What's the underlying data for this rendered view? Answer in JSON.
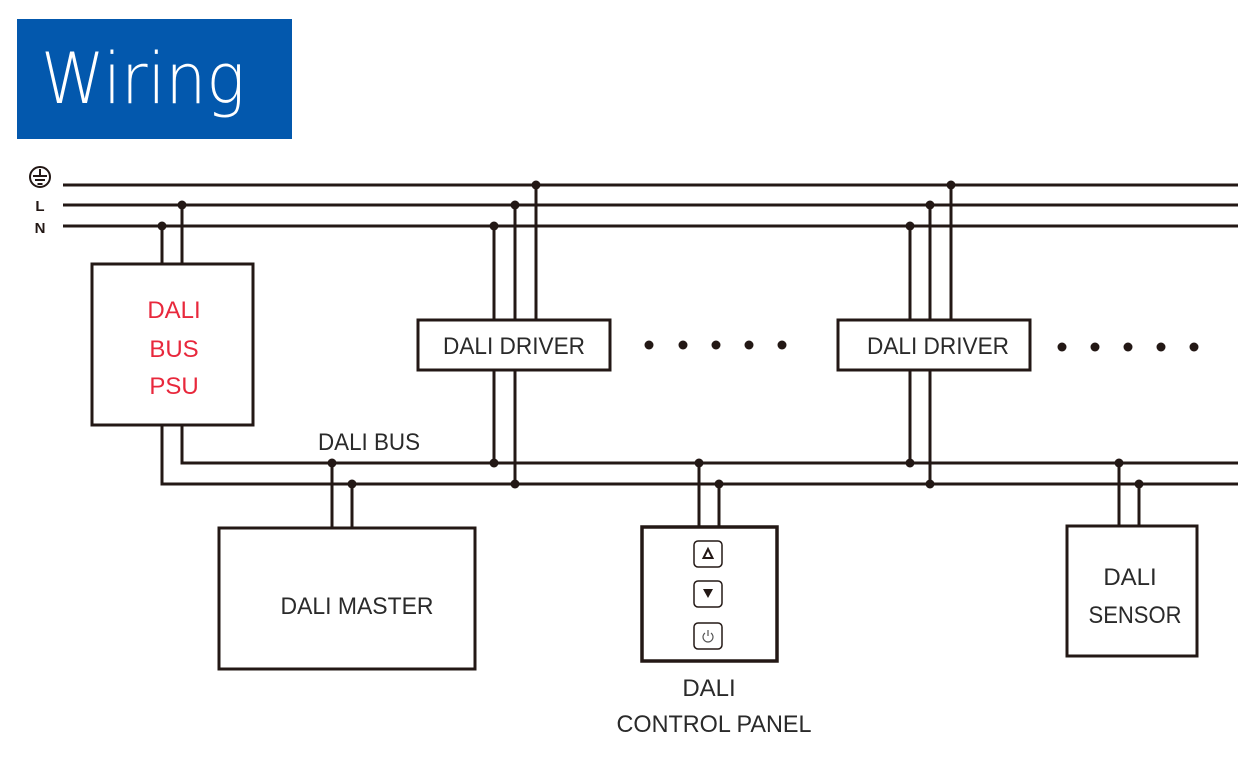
{
  "title": "Wiring",
  "colors": {
    "title_bg": "#0358ad",
    "title_text": "#ffffff",
    "wire": "#231815",
    "psu_text": "#e8283c",
    "label_text": "#2a2a2a"
  },
  "mains": {
    "earth_icon": "protective-earth-icon",
    "l_label": "L",
    "n_label": "N"
  },
  "components": {
    "psu": {
      "lines": [
        "DALI",
        "BUS",
        "PSU"
      ]
    },
    "driver1": {
      "label": "DALI DRIVER"
    },
    "driver2": {
      "label": "DALI DRIVER"
    },
    "bus_label": "DALI BUS",
    "master": {
      "label": "DALI MASTER"
    },
    "control_panel": {
      "lines": [
        "DALI",
        "CONTROL PANEL"
      ],
      "buttons": [
        "up-arrow-icon",
        "down-arrow-icon",
        "power-icon"
      ]
    },
    "sensor": {
      "lines": [
        "DALI",
        "SENSOR"
      ]
    }
  },
  "ellipsis_dots": 5
}
